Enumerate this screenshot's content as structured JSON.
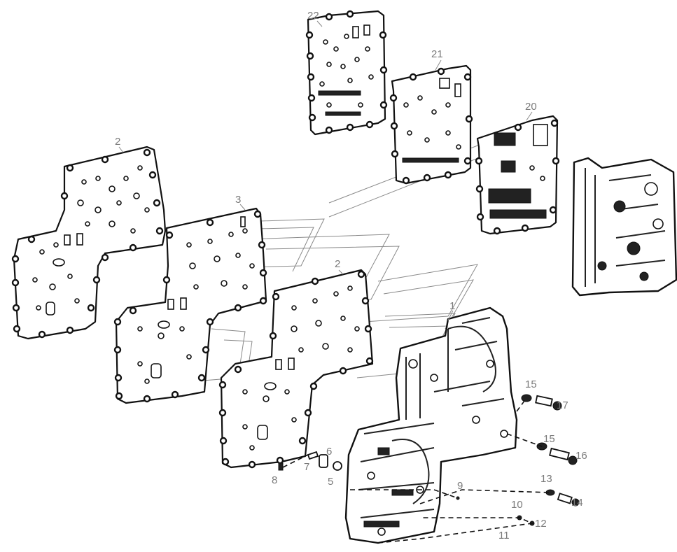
{
  "diagram": {
    "part_labels": [
      {
        "id": "p22",
        "text": "22"
      },
      {
        "id": "p21",
        "text": "21"
      },
      {
        "id": "p20",
        "text": "20"
      },
      {
        "id": "p2a",
        "text": "2"
      },
      {
        "id": "p3",
        "text": "3"
      },
      {
        "id": "p2b",
        "text": "2"
      },
      {
        "id": "p1",
        "text": "1"
      },
      {
        "id": "p15a",
        "text": "15"
      },
      {
        "id": "p17",
        "text": "17"
      },
      {
        "id": "p15b",
        "text": "15"
      },
      {
        "id": "p16",
        "text": "16"
      },
      {
        "id": "p6",
        "text": "6"
      },
      {
        "id": "p7",
        "text": "7"
      },
      {
        "id": "p8",
        "text": "8"
      },
      {
        "id": "p5",
        "text": "5"
      },
      {
        "id": "p9",
        "text": "9"
      },
      {
        "id": "p13",
        "text": "13"
      },
      {
        "id": "p14",
        "text": "14"
      },
      {
        "id": "p10",
        "text": "10"
      },
      {
        "id": "p12",
        "text": "12"
      },
      {
        "id": "p11",
        "text": "11"
      }
    ]
  }
}
